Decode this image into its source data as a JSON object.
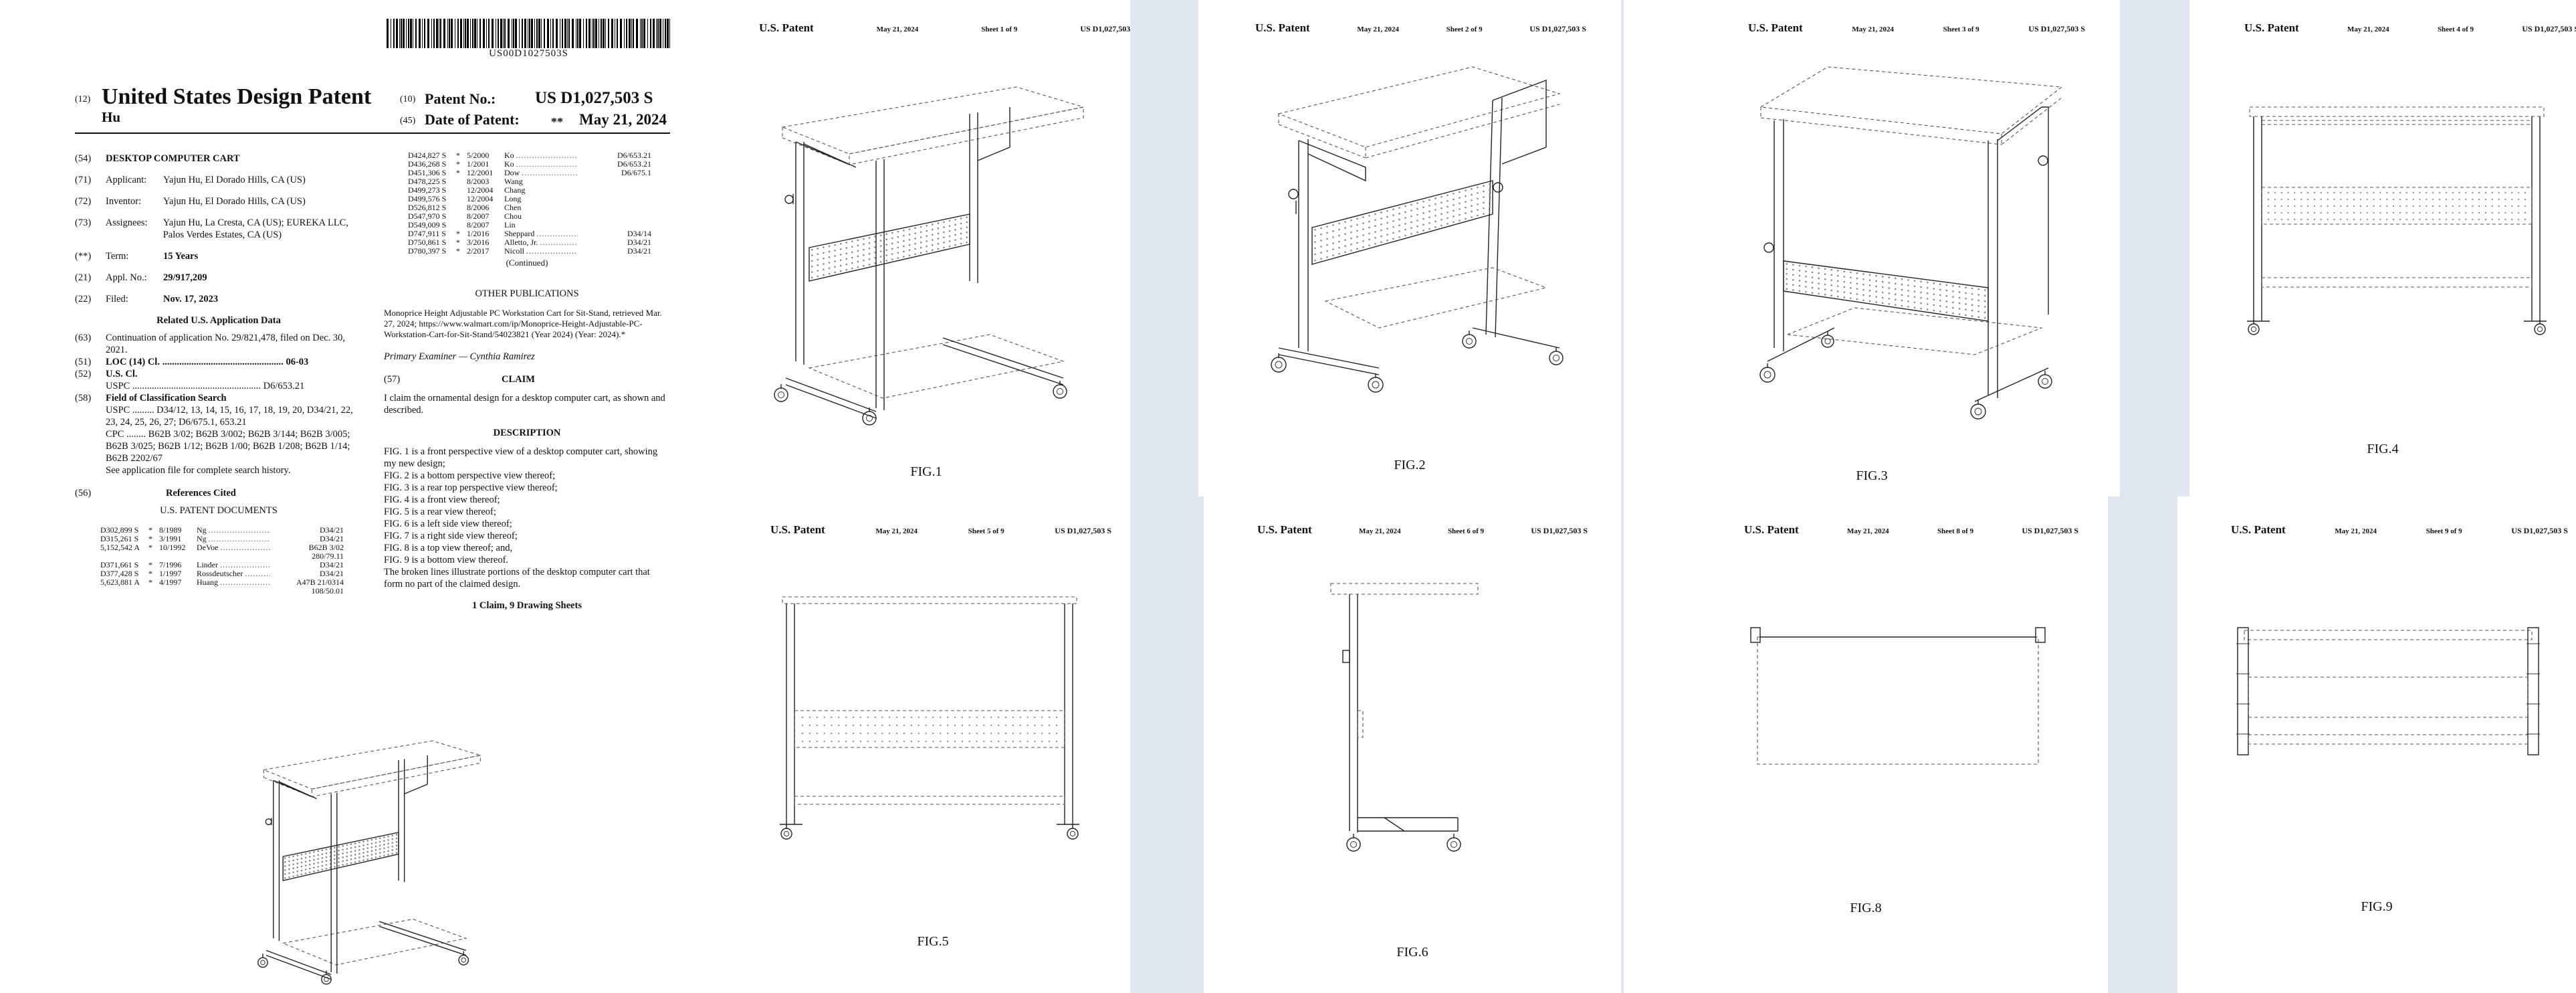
{
  "cover": {
    "barcode_number": "US00D1027503S",
    "kind_code": "(12)",
    "doc_title": "United States Design Patent",
    "inventor_short": "Hu",
    "patent_no_code": "(10)",
    "patent_no_label": "Patent No.:",
    "patent_no_value": "US D1,027,503 S",
    "date_code": "(45)",
    "date_label": "Date of Patent:",
    "date_stars": "**",
    "date_value": "May 21, 2024",
    "fields": [
      {
        "code": "(54)",
        "label": "",
        "value": "DESKTOP COMPUTER CART"
      },
      {
        "code": "(71)",
        "label": "Applicant:",
        "value": "Yajun Hu, El Dorado Hills, CA (US)"
      },
      {
        "code": "(72)",
        "label": "Inventor:",
        "value": "Yajun Hu, El Dorado Hills, CA (US)"
      },
      {
        "code": "(73)",
        "label": "Assignees:",
        "value": "Yajun Hu, La Cresta, CA (US); EUREKA LLC, Palos Verdes Estates, CA (US)"
      },
      {
        "code": "(**)",
        "label": "Term:",
        "value": "15 Years"
      },
      {
        "code": "(21)",
        "label": "Appl. No.:",
        "value": "29/917,209"
      },
      {
        "code": "(22)",
        "label": "Filed:",
        "value": "Nov. 17, 2023"
      }
    ],
    "related_heading": "Related U.S. Application Data",
    "related": [
      {
        "code": "(63)",
        "text": "Continuation of application No. 29/821,478, filed on Dec. 30, 2021."
      },
      {
        "code": "(51)",
        "text": "LOC (14) Cl. .................................................. 06-03"
      },
      {
        "code": "(52)",
        "text": "U.S. Cl."
      },
      {
        "code": "",
        "text": "USPC ..................................................... D6/653.21"
      },
      {
        "code": "(58)",
        "text": "Field of Classification Search"
      },
      {
        "code": "",
        "text": "USPC ......... D34/12, 13, 14, 15, 16, 17, 18, 19, 20, D34/21, 22, 23, 24, 25, 26, 27; D6/675.1, 653.21"
      },
      {
        "code": "",
        "text": "CPC ........ B62B 3/02; B62B 3/002; B62B 3/144; B62B 3/005; B62B 3/025; B62B 1/12; B62B 1/00; B62B 1/208; B62B 1/14; B62B 2202/67"
      },
      {
        "code": "",
        "text": "See application file for complete search history."
      }
    ],
    "refs_code": "(56)",
    "refs_heading": "References Cited",
    "us_docs_heading": "U.S. PATENT DOCUMENTS",
    "refs_left": [
      [
        "D302,899 S",
        "*",
        "8/1989",
        "Ng",
        "D34/21"
      ],
      [
        "D315,261 S",
        "*",
        "3/1991",
        "Ng",
        "D34/21"
      ],
      [
        "5,152,542 A",
        "*",
        "10/1992",
        "DeVoe",
        "B62B 3/02"
      ],
      [
        "",
        "",
        "",
        "",
        "280/79.11"
      ],
      [
        "D371,661 S",
        "*",
        "7/1996",
        "Linder",
        "D34/21"
      ],
      [
        "D377,428 S",
        "*",
        "1/1997",
        "Rossdeutscher",
        "D34/21"
      ],
      [
        "5,623,881 A",
        "*",
        "4/1997",
        "Huang",
        "A47B 21/0314"
      ],
      [
        "",
        "",
        "",
        "",
        "108/50.01"
      ]
    ],
    "refs_right": [
      [
        "D424,827 S",
        "*",
        "5/2000",
        "Ko",
        "D6/653.21"
      ],
      [
        "D436,268 S",
        "*",
        "1/2001",
        "Ko",
        "D6/653.21"
      ],
      [
        "D451,306 S",
        "*",
        "12/2001",
        "Dow",
        "D6/675.1"
      ],
      [
        "D478,225 S",
        "",
        "8/2003",
        "Wang",
        ""
      ],
      [
        "D499,273 S",
        "",
        "12/2004",
        "Chang",
        ""
      ],
      [
        "D499,576 S",
        "",
        "12/2004",
        "Long",
        ""
      ],
      [
        "D526,812 S",
        "",
        "8/2006",
        "Chen",
        ""
      ],
      [
        "D547,970 S",
        "",
        "8/2007",
        "Chou",
        ""
      ],
      [
        "D549,009 S",
        "",
        "8/2007",
        "Lin",
        ""
      ],
      [
        "D747,911 S",
        "*",
        "1/2016",
        "Sheppard",
        "D34/14"
      ],
      [
        "D750,861 S",
        "*",
        "3/2016",
        "Alletto, Jr.",
        "D34/21"
      ],
      [
        "D780,397 S",
        "*",
        "2/2017",
        "Nicoll",
        "D34/21"
      ]
    ],
    "continued": "(Continued)",
    "other_pubs_heading": "OTHER PUBLICATIONS",
    "other_pubs_text": "Monoprice Height Adjustable PC Workstation Cart for Sit-Stand, retrieved Mar. 27, 2024; https://www.walmart.com/ip/Monoprice-Height-Adjustable-PC-Workstation-Cart-for-Sit-Stand/54023821 (Year 2024) (Year: 2024).*",
    "examiner": "Primary Examiner — Cynthia Ramirez",
    "claim_code": "(57)",
    "claim_heading": "CLAIM",
    "claim_text": "I claim the ornamental design for a desktop computer cart, as shown and described.",
    "description_heading": "DESCRIPTION",
    "description": [
      "FIG. 1 is a front perspective view of a desktop computer cart, showing my new design;",
      "FIG. 2 is a bottom perspective view thereof;",
      "FIG. 3 is a rear top perspective view thereof;",
      "FIG. 4 is a front view thereof;",
      "FIG. 5 is a rear view thereof;",
      "FIG. 6 is a left side view thereof;",
      "FIG. 7 is a right side view thereof;",
      "FIG. 8 is a top view thereof; and,",
      "FIG. 9 is a bottom view thereof.",
      "The broken lines illustrate portions of the desktop computer cart that form no part of the claimed design."
    ],
    "claims_sheets": "1 Claim, 9 Drawing Sheets"
  },
  "running_header": {
    "left": "U.S. Patent",
    "date": "May 21, 2024",
    "right": "US D1,027,503 S"
  },
  "sheets": [
    {
      "sheet": "Sheet 1 of 9",
      "fig": "FIG.1"
    },
    {
      "sheet": "Sheet 2 of 9",
      "fig": "FIG.2"
    },
    {
      "sheet": "Sheet 3 of 9",
      "fig": "FIG.3"
    },
    {
      "sheet": "Sheet 4 of 9",
      "fig": "FIG.4"
    },
    {
      "sheet": "Sheet 5 of 9",
      "fig": "FIG.5"
    },
    {
      "sheet": "Sheet 6 of 9",
      "fig": "FIG.6"
    },
    {
      "sheet": "Sheet 8 of 9",
      "fig": "FIG.8"
    },
    {
      "sheet": "Sheet 9 of 9",
      "fig": "FIG.9"
    }
  ]
}
